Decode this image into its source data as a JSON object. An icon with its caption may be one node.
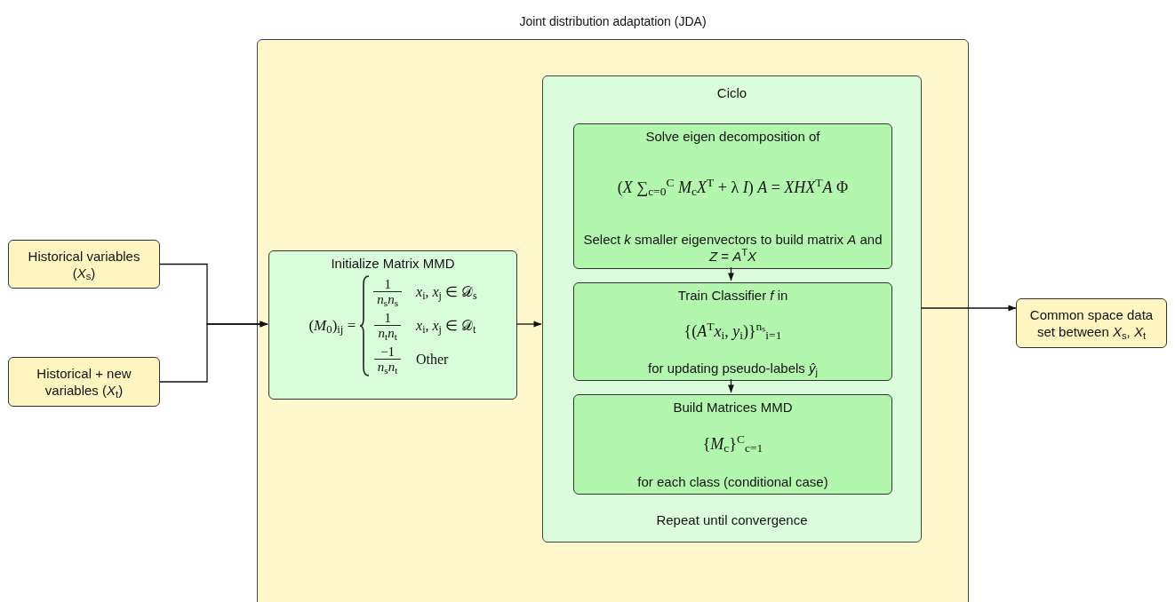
{
  "diagram": {
    "title": "Joint distribution adaptation (JDA)",
    "nodes": [
      {
        "text": [],
        "shape": "box"
      },
      {
        "text": [
          "Historical variables (*X*$_{s}$)"
        ]
      },
      {
        "text": [
          "Historical + new variables (*X*$_{t}$)"
        ]
      },
      {
        "text": [
          "Initialize Matrix MMD",
          "(*M*$_{0}$)$_{ij}$ =",
          "1",
          "*n*$_{s}$*n*$_{s}$",
          "*x*$_{i}$, *x*$_{j}$ ∈ 𝒟$_{s}$",
          "1",
          "*n*$_{t}$*n*$_{t}$",
          "*x*$_{i}$, *x*$_{j}$ ∈ 𝒟$_{t}$",
          "−1",
          "*n*$_{s}$*n*$_{t}$",
          "Other"
        ],
        "in": 0
      },
      {
        "text": [
          "Ciclo",
          "Repeat until convergence"
        ],
        "in": 0
      },
      {
        "text": [
          "Solve eigen decomposition of",
          "(*X* ∑$_{c=0}$$^{C}$ *M*$_{c}$*X*$^{T}$ + λ *I*) *A* = *XHX*$^{T}$*A* Φ",
          "Select *k* smaller eigenvectors to build matrix *A* and *Z* = *A*$^{T}$*X*"
        ],
        "in": 4
      },
      {
        "text": [
          "Train Classifier *f* in",
          "{(*A*$^{T}$*x*$_{i}$, *y*$_{i}$)}$^{nₛ}$$_{i=1}$",
          "for updating pseudo-labels *ŷ*$_{j}$"
        ],
        "in": 4
      },
      {
        "text": [
          "Build Matrices MMD",
          "{*M*$_{c}$}$^{C}$$_{c=1}$",
          "for each class (conditional case)"
        ],
        "in": 4
      },
      {
        "text": [
          "Common space data set between *X*$_{s}$, *X*$_{t}$"
        ]
      }
    ],
    "edges": [
      {
        "from": 1,
        "to": 3,
        "arrow": "to"
      },
      {
        "from": 2,
        "to": 3,
        "arrow": "to"
      },
      {
        "from": 3,
        "to": 4,
        "arrow": "to"
      },
      {
        "from": 5,
        "to": 6,
        "arrow": "to"
      },
      {
        "from": 6,
        "to": 7,
        "arrow": "to"
      },
      {
        "from": 4,
        "to": 8,
        "arrow": "to"
      }
    ]
  }
}
